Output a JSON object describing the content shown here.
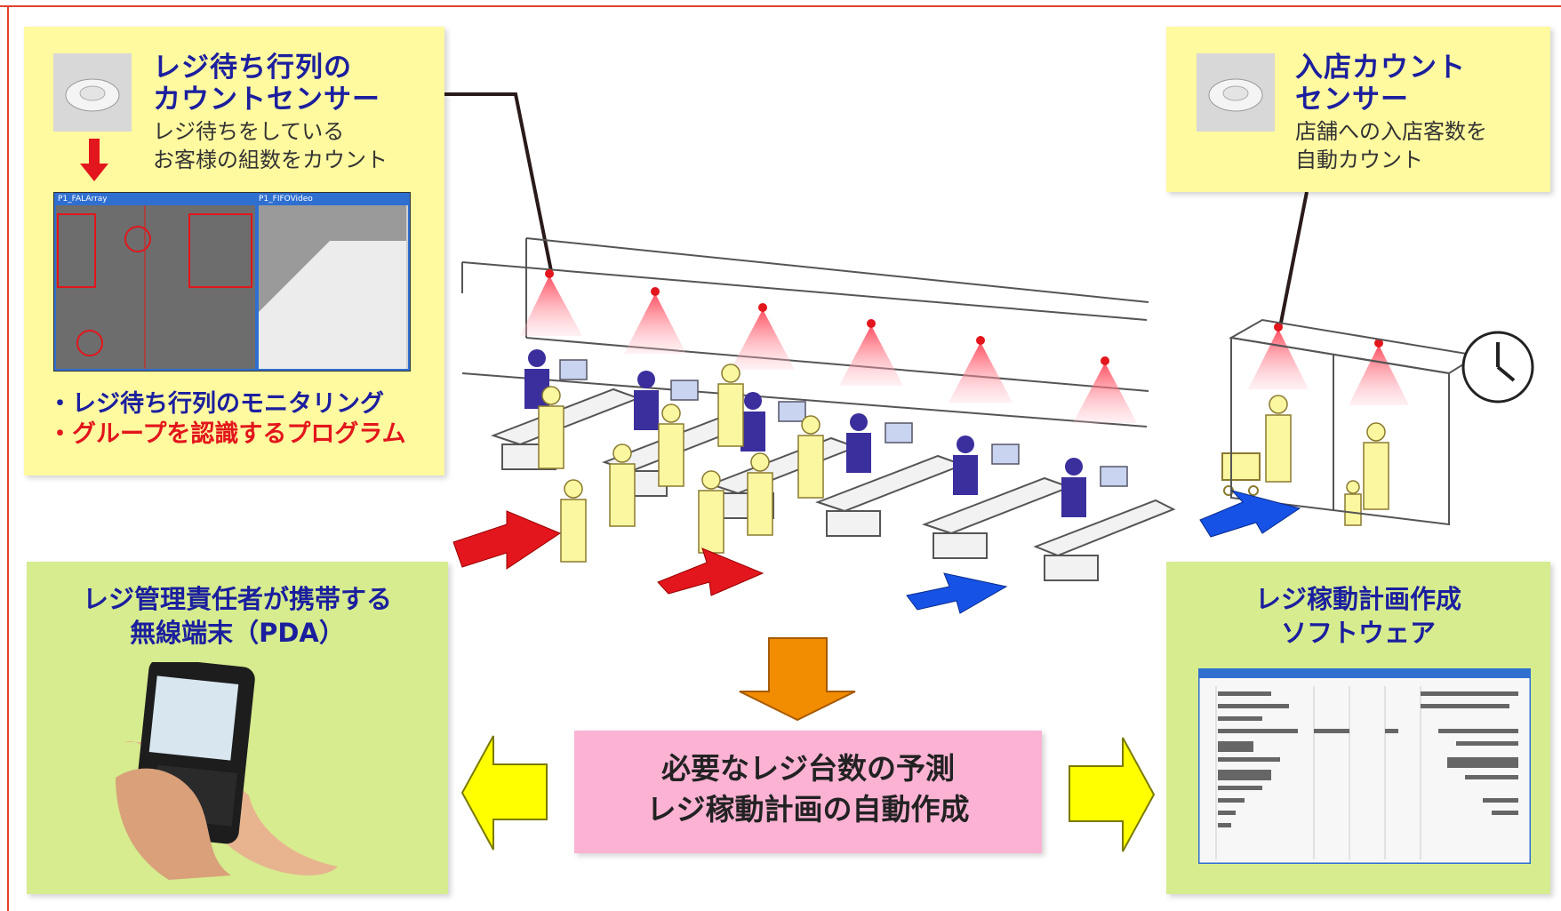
{
  "checkout_queue_sensor": {
    "title_line1": "レジ待ち行列の",
    "title_line2": "カウントセンサー",
    "desc_line1": "レジ待ちをしている",
    "desc_line2": "お客様の組数をカウント",
    "monitor_tab1": "P1_FALArray",
    "monitor_tab2": "P1_FIFOVideo",
    "bullet1": "・レジ待ち行列のモニタリング",
    "bullet2": "・グループを認識するプログラム"
  },
  "entry_count_sensor": {
    "title_line1": "入店カウント",
    "title_line2": "センサー",
    "desc_line1": "店舗への入店客数を",
    "desc_line2": "自動カウント"
  },
  "pda": {
    "title_line1": "レジ管理責任者が携帯する",
    "title_line2": "無線端末（PDA）"
  },
  "software": {
    "title_line1": "レジ稼動計画作成",
    "title_line2": "ソフトウェア"
  },
  "center": {
    "line1": "必要なレジ台数の予測",
    "line2": "レジ稼動計画の自動作成"
  },
  "colors": {
    "frame": "#e0412f",
    "yellow_box": "#fff9a0",
    "green_box": "#d6ec8e",
    "pink_box": "#fbb2d3",
    "title_blue": "#1b1f9e",
    "accent_red": "#e2161c",
    "arrow_orange": "#f28c00",
    "arrow_yellow": "#ffff00",
    "arrow_red": "#e2161c",
    "arrow_blue": "#1652e6",
    "cashier_purple": "#3a2f9c",
    "customer_yellow": "#fbf7a0"
  }
}
